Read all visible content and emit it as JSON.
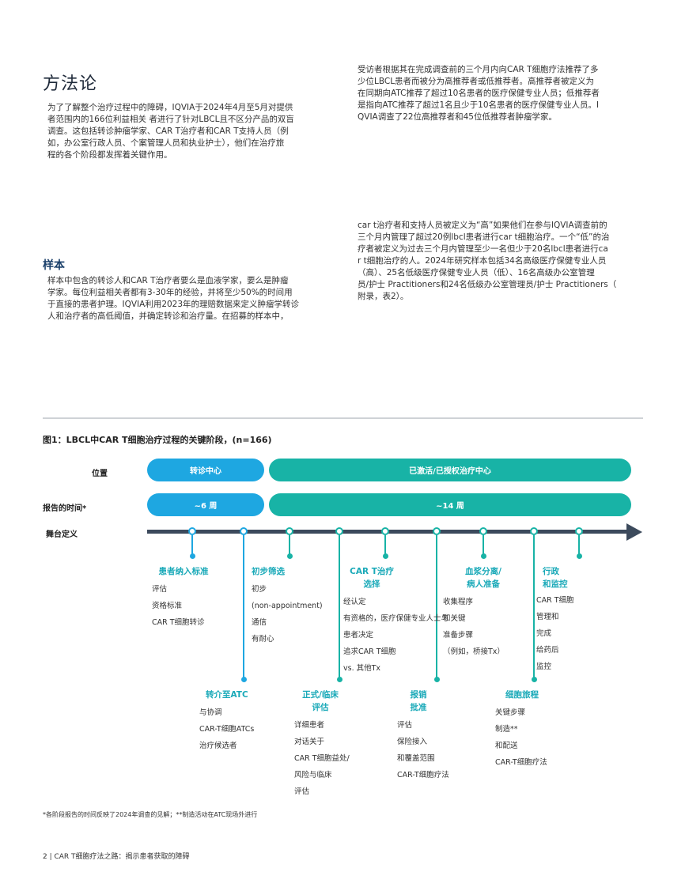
{
  "method": {
    "heading": "方法论",
    "para": "为了了解整个治疗过程中的障碍，IQVIA于2024年4月至5月对提供\n者范围内的166位利益相关 者进行了针对LBCL且不区分产品的双盲\n调查。这包括转诊肿瘤学家、CAR T治疗者和CAR T支持人员（例\n如，办公室行政人员、个案管理人员和执业护士），他们在治疗旅\n程的各个阶段都发挥着关键作用。"
  },
  "sample": {
    "heading": "样本",
    "para": "样本中包含的转诊人和CAR T治疗者要么是血液学家，要么是肿瘤\n学家。每位利益相关者都有3-30年的经验，并将至少50%的时间用\n于直接的患者护理。IQVIA利用2023年的理赔数据来定义肿瘤学转诊\n人和治疗者的高低阈值，并确定转诊和治疗量。在招募的样本中，"
  },
  "right_col": {
    "para1": "受访者根据其在完成调查前的三个月内向CAR T细胞疗法推荐了多\n少位LBCL患者而被分为高推荐者或低推荐者。高推荐者被定义为\n在同期向ATC推荐了超过10名患者的医疗保健专业人员；低推荐者\n是指向ATC推荐了超过1名且少于10名患者的医疗保健专业人员。I\nQVIA调查了22位高推荐者和45位低推荐者肿瘤学家。",
    "para2": "car t治疗者和支持人员被定义为“高”如果他们在参与IQVIA调查前的\n三个月内管理了超过20例lbcl患者进行car t细胞治疗。一个“低”的治\n疗者被定义为过去三个月内管理至少一名但少于20名lbcl患者进行ca\nr t细胞治疗的人。2024年研究样本包括34名高级医疗保健专业人员\n（高）、25名低级医疗保健专业人员（低）、16名高级办公室管理\n员/护士 Practitioners和24名低级办公室管理员/护士 Practitioners（\n附录，表2）。"
  },
  "figure": {
    "title": "图1：LBCL中CAR T细胞治疗过程的关键阶段，(n=166)",
    "row_location": "位置",
    "row_time": "报告的时间*",
    "row_stage": "舞台定义",
    "referral_center": "转诊中心",
    "treatment_center": "已激活/已授权治疗中心",
    "time_referral": "~6 周",
    "time_treatment": "~14 周",
    "colors": {
      "blue": "#1ea7e1",
      "teal": "#18b3a6",
      "axis": "#3c4a5c"
    },
    "stages": [
      {
        "title": "患者纳入标准",
        "text": "评估\n资格标准\nCAR T细胞转诊"
      },
      {
        "title": "转介至ATC",
        "text": "与协调\nCAR-T细胞ATCs\n治疗候选者"
      },
      {
        "title": "初步筛选",
        "text": "初步\n(non-appointment)\n通信\n有耐心"
      },
      {
        "title": "正式/临床\n评估",
        "text": "详细患者\n对话关于\nCAR T细胞益处/\n风险与临床\n评估"
      },
      {
        "title": "CAR T治疗\n选择",
        "text": "经认定\n有资格的，医疗保健专业人士与\n患者决定\n追求CAR T细胞\nvs. 其他Tx"
      },
      {
        "title": "报销\n批准",
        "text": "评估\n保险接入\n和覆盖范围\nCAR-T细胞疗法"
      },
      {
        "title": "血浆分离/\n病人准备",
        "text": "收集程序\n和关键\n准备步骤\n（例如，桥接Tx）"
      },
      {
        "title": "细胞旅程",
        "text": "关键步骤\n制造**\n和配送\nCAR-T细胞疗法"
      },
      {
        "title": "行政\n和监控",
        "text": "CAR T细胞\n管理和\n完成\n给药后\n监控"
      }
    ],
    "footnote": "*各阶段报告的时间反映了2024年调查的见解；**制造活动在ATC现场外进行"
  },
  "footer": "2 | CAR T细胞疗法之路：揭示患者获取的障碍"
}
